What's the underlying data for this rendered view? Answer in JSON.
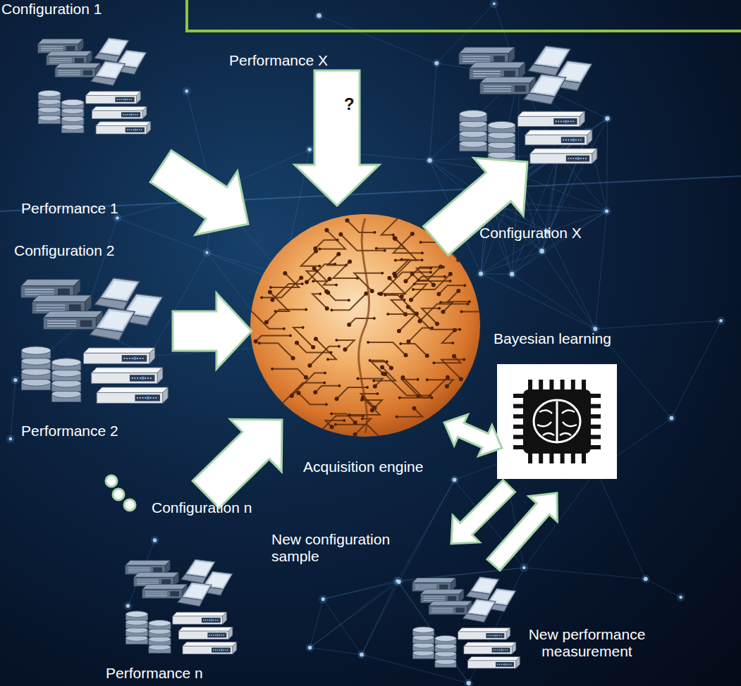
{
  "diagram": {
    "labels": [
      "Configuration 1",
      "Performance X",
      "?",
      "Performance 1",
      "Configuration 2",
      "Configuration X",
      "Bayesian learning",
      "Performance 2",
      "Acquisition engine",
      "Configuration n",
      "New configuration sample",
      "Performance n",
      "New performance measurement"
    ]
  }
}
